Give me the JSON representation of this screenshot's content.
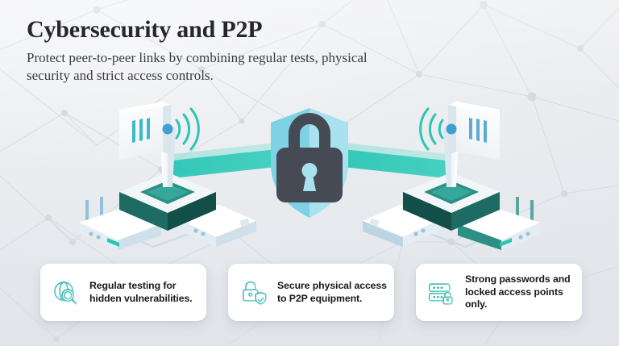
{
  "header": {
    "title": "Cybersecurity and P2P",
    "subtitle": "Protect peer-to-peer links by combining regular tests, physical security and strict access controls."
  },
  "illustration": {
    "name": "p2p-secure-link-illustration",
    "center_icon": "padlock-shield-icon",
    "left_device": "wireless-access-point-left",
    "right_device": "wireless-access-point-right",
    "beam_label": "encrypted-link-beam",
    "colors": {
      "beam_teal": "#2cc5b4",
      "beam_teal_light": "#8fdfd6",
      "lock_dark": "#454a54",
      "shield_blue": "#7ed2e4",
      "shield_blue_light": "#a9e1ef",
      "device_teal_dark": "#1d6b63",
      "device_teal": "#2b8f86",
      "device_white": "#fdfefe",
      "accent_blue": "#4ba3d6"
    }
  },
  "cards": [
    {
      "icon": "globe-magnifier-icon",
      "text": "Regular testing for hidden vulnerabilities."
    },
    {
      "icon": "padlock-shield-check-icon",
      "text": "Secure physical access to P2P equipment."
    },
    {
      "icon": "server-rack-lock-icon",
      "text": "Strong passwords and locked access points only."
    }
  ],
  "theme": {
    "background": "#eceef1",
    "icon_teal": "#2fb3a8",
    "icon_teal_light": "#62cfc6",
    "text_dark": "#16181c"
  }
}
